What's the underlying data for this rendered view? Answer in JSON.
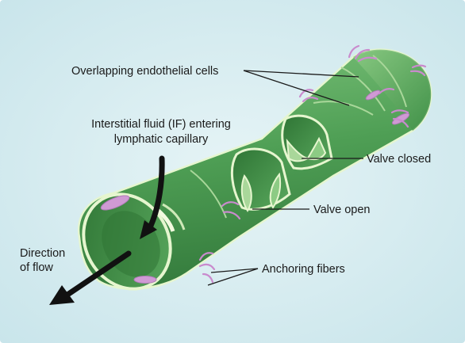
{
  "labels": {
    "overlapping_cells": "Overlapping endothelial cells",
    "interstitial_fluid_line1": "Interstitial fluid (IF) entering",
    "interstitial_fluid_line2": "lymphatic capillary",
    "valve_closed": "Valve closed",
    "valve_open": "Valve open",
    "direction_line1": "Direction",
    "direction_line2": "of flow",
    "anchoring_fibers": "Anchoring fibers"
  },
  "colors": {
    "background": "#d6edf1",
    "vessel_dark": "#3f8f47",
    "vessel_mid": "#5fae62",
    "vessel_light": "#a9d79a",
    "vessel_edge": "#e6f6cf",
    "nucleus": "#cf9ad4",
    "fiber": "#c98acd",
    "arrow": "#111111"
  }
}
